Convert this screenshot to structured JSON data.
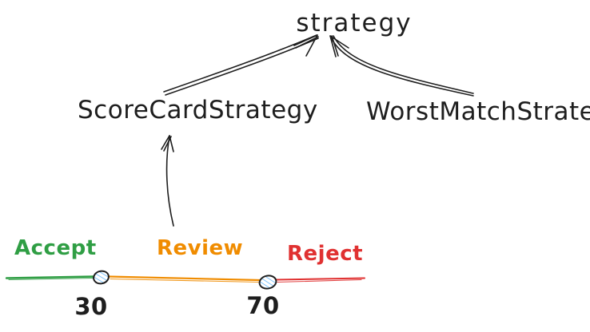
{
  "diagram": {
    "root_class": "strategy",
    "subclass_left": "ScoreCardStrategy",
    "subclass_right": "WorstMatchStrategy"
  },
  "scale": {
    "accept_label": "Accept",
    "review_label": "Review",
    "reject_label": "Reject",
    "threshold_low": "30",
    "threshold_high": "70"
  },
  "colors": {
    "ink": "#1e1e1e",
    "accept": "#2f9e44",
    "review": "#f08c00",
    "reject": "#e03131",
    "marker_outline": "#1e1e1e",
    "marker_hatch": "#74c0fc"
  }
}
